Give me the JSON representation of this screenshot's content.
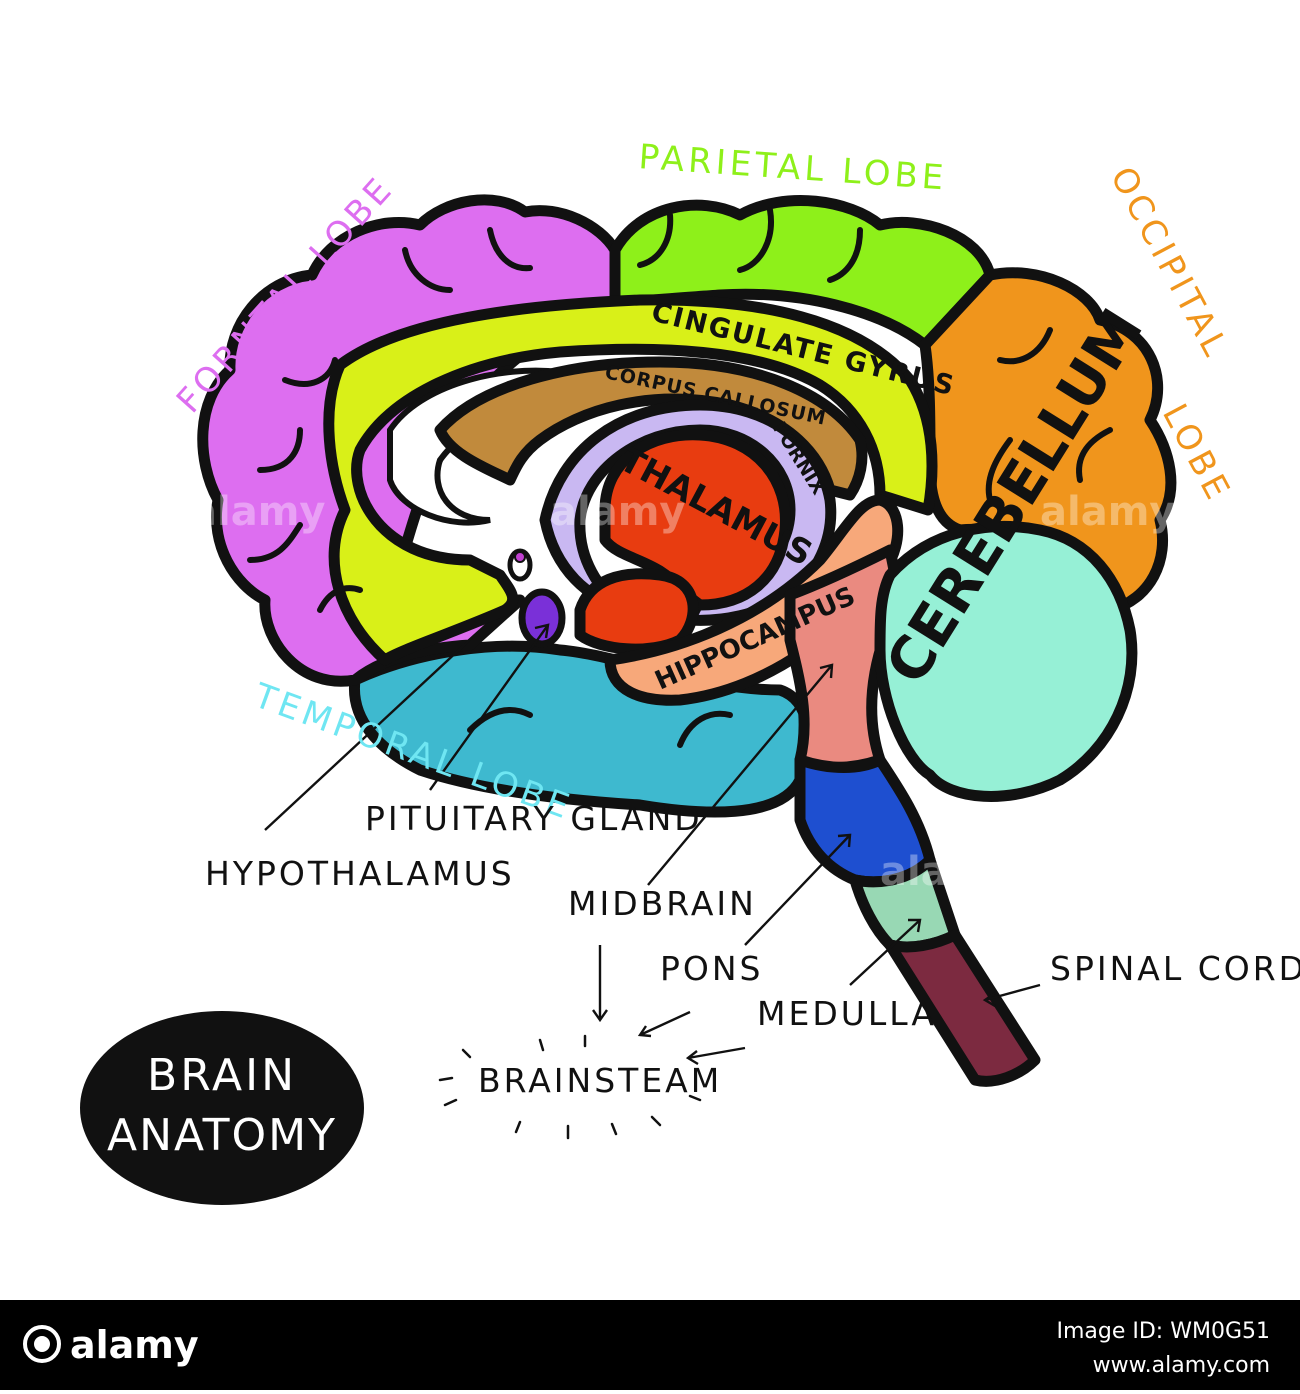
{
  "labels": {
    "parietal": "PARIETAL LOBE",
    "frontal": "FORNTAL LOBE",
    "occipital_line1": "OCCIPITAL",
    "occipital_line2": "LOBE",
    "temporal": "TEMPORAL LOBE",
    "cingulate": "CINGULATE GYRUS",
    "corpus": "CORPUS CALLOSUM",
    "fornix": "FORNIX",
    "thalamus": "THALAMUS",
    "hippocampus": "HIPPOCAMPUS",
    "cerebellum": "CEREBELLUM",
    "pituitary": "PITUITARY GLAND",
    "hypothalamus": "HYPOTHALAMUS",
    "midbrain": "MIDBRAIN",
    "pons": "PONS",
    "medulla": "MEDULLA",
    "spinal": "SPINAL CORD",
    "brainstem": "BRAINSTEAM"
  },
  "badge": {
    "line1": "BRAIN",
    "line2": "ANATOMY"
  },
  "watermark": "alamy",
  "footer": {
    "logo": "alamy",
    "image_id": "Image ID: WM0G51",
    "url": "www.alamy.com"
  },
  "colors": {
    "frontal": "#dd6ef0",
    "parietal": "#8ef01a",
    "occipital": "#f0951c",
    "temporal": "#3eb9cf",
    "cingulate": "#d9f018",
    "corpus": "#c18a3c",
    "fornix": "#c9b8f2",
    "thalamus": "#e83c10",
    "hippocampus": "#f7a87a",
    "cerebellum": "#96f0d6",
    "midbrain": "#ea8a80",
    "pons": "#1e4fd0",
    "medulla": "#98d8b4",
    "spinal": "#7c2a40",
    "pituitary": "#7a30d8"
  }
}
